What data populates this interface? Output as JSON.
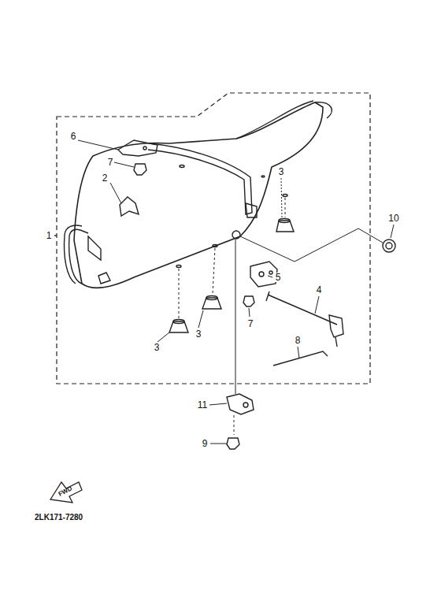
{
  "diagram": {
    "labels": [
      "6",
      "7",
      "2",
      "3",
      "10",
      "1",
      "5",
      "4",
      "7",
      "3",
      "3",
      "8",
      "11",
      "9",
      "FWD",
      "2LK171-7280"
    ]
  }
}
